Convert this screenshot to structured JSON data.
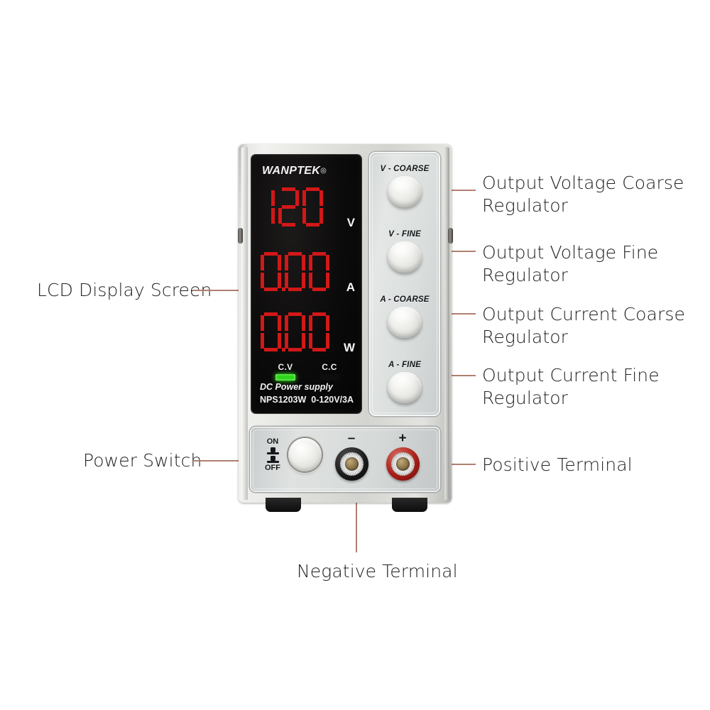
{
  "device": {
    "brand": "WANPTEK",
    "brand_mark": "◎",
    "product_line": "DC Power supply",
    "model": "NPS1203W",
    "rating": "0-120V/3A",
    "display": {
      "voltage": {
        "value": "120",
        "unit": "V",
        "digits": [
          "1",
          "2",
          "0"
        ],
        "decimal_after": -1
      },
      "current": {
        "value": "0.00",
        "unit": "A",
        "digits": [
          "0",
          "0",
          "0"
        ],
        "decimal_after": 0
      },
      "power": {
        "value": "0.00",
        "unit": "W",
        "digits": [
          "0",
          "0",
          "0"
        ],
        "decimal_after": 0
      },
      "indicators": [
        {
          "label": "C.V",
          "lit": true
        },
        {
          "label": "C.C",
          "lit": false
        }
      ],
      "segment_color": "#d21818",
      "led_color": "#2bd617",
      "screen_color": "#0b0a0a"
    },
    "knobs": [
      {
        "label": "V - COARSE"
      },
      {
        "label": "V - FINE"
      },
      {
        "label": "A - COARSE"
      },
      {
        "label": "A - FINE"
      }
    ],
    "power_switch": {
      "on_label": "ON",
      "off_label": "OFF"
    },
    "terminals": [
      {
        "sign": "–",
        "polarity": "negative",
        "color": "#111111"
      },
      {
        "sign": "+",
        "polarity": "positive",
        "color": "#a81f18"
      }
    ]
  },
  "callouts": {
    "lcd": "LCD Display Screen",
    "power_switch": "Power Switch",
    "negative_terminal": "Negative Terminal",
    "positive_terminal": "Positive Terminal",
    "v_coarse": "Output Voltage Coarse\nRegulator",
    "v_fine": "Output Voltage Fine\nRegulator",
    "a_coarse": "Output Current Coarse\nRegulator",
    "a_fine": "Output Current Fine\nRegulator",
    "leader_color": "#b08070",
    "text_color": "#231f20"
  }
}
